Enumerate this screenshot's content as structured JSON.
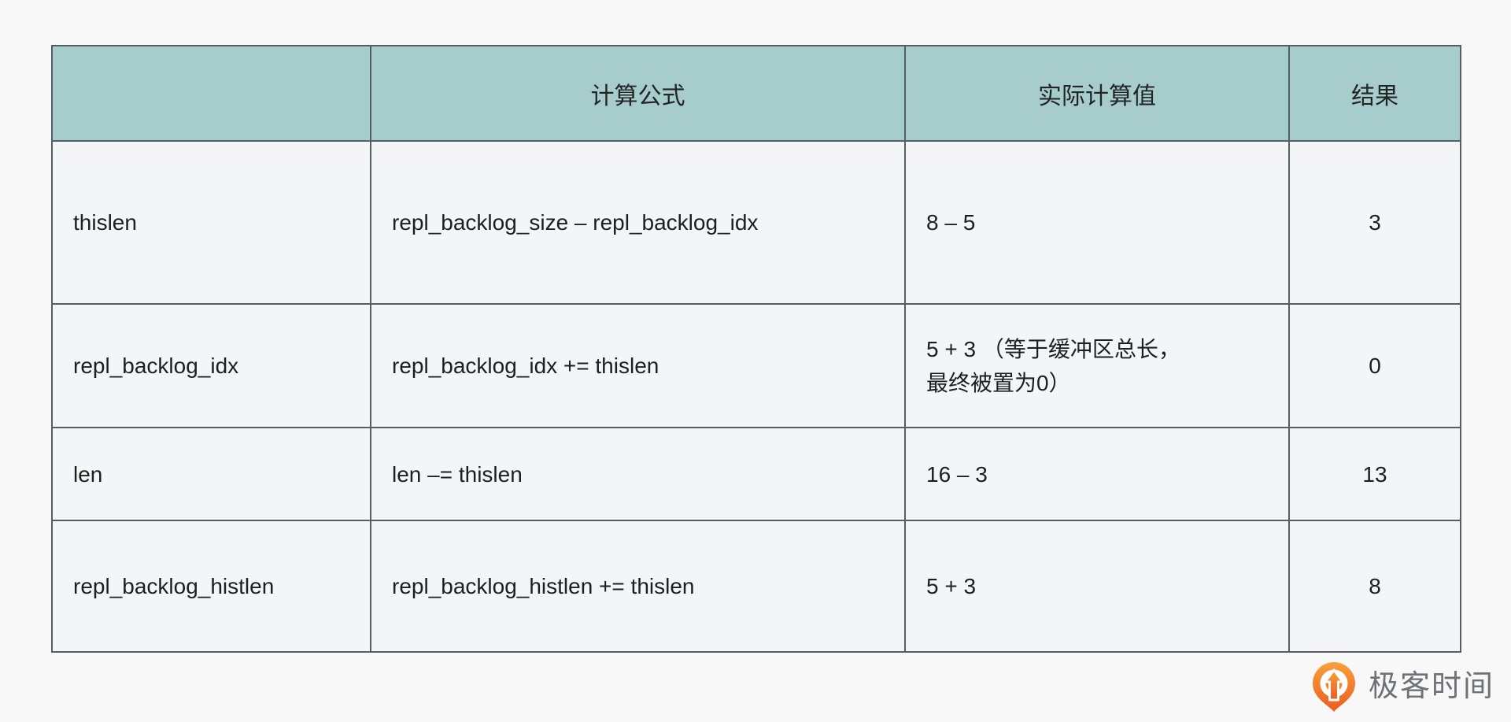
{
  "table": {
    "headers": [
      "",
      "计算公式",
      "实际计算值",
      "结果"
    ],
    "rows": [
      {
        "name": "thislen",
        "formula": "repl_backlog_size – repl_backlog_idx",
        "value": "8 – 5",
        "result": "3"
      },
      {
        "name": "repl_backlog_idx",
        "formula": "repl_backlog_idx += thislen",
        "value": "5 + 3 （等于缓冲区总长，\n最终被置为0）",
        "result": "0"
      },
      {
        "name": "len",
        "formula": "len –= thislen",
        "value": "16 – 3",
        "result": "13"
      },
      {
        "name": "repl_backlog_histlen",
        "formula": "repl_backlog_histlen += thislen",
        "value": "5 + 3",
        "result": "8"
      }
    ]
  },
  "branding": {
    "logo_text": "极客时间"
  },
  "colors": {
    "header_bg": "#a6cccb",
    "cell_bg": "#f4f5f6",
    "border": "#565e64",
    "text": "#1d1e20",
    "logo_orange_light": "#f9a13c",
    "logo_orange_dark": "#ec5b22",
    "logo_text_gray": "#6e7175"
  },
  "chart_data": {
    "type": "table",
    "columns": [
      "",
      "计算公式",
      "实际计算值",
      "结果"
    ],
    "rows": [
      [
        "thislen",
        "repl_backlog_size – repl_backlog_idx",
        "8 – 5",
        "3"
      ],
      [
        "repl_backlog_idx",
        "repl_backlog_idx += thislen",
        "5 + 3 （等于缓冲区总长，最终被置为0）",
        "0"
      ],
      [
        "len",
        "len –= thislen",
        "16 – 3",
        "13"
      ],
      [
        "repl_backlog_histlen",
        "repl_backlog_histlen += thislen",
        "5 + 3",
        "8"
      ]
    ],
    "title": "",
    "legend": null,
    "notes": "Redis repl_backlog ring-buffer write calculation table; header row teal, body cells light gray"
  }
}
